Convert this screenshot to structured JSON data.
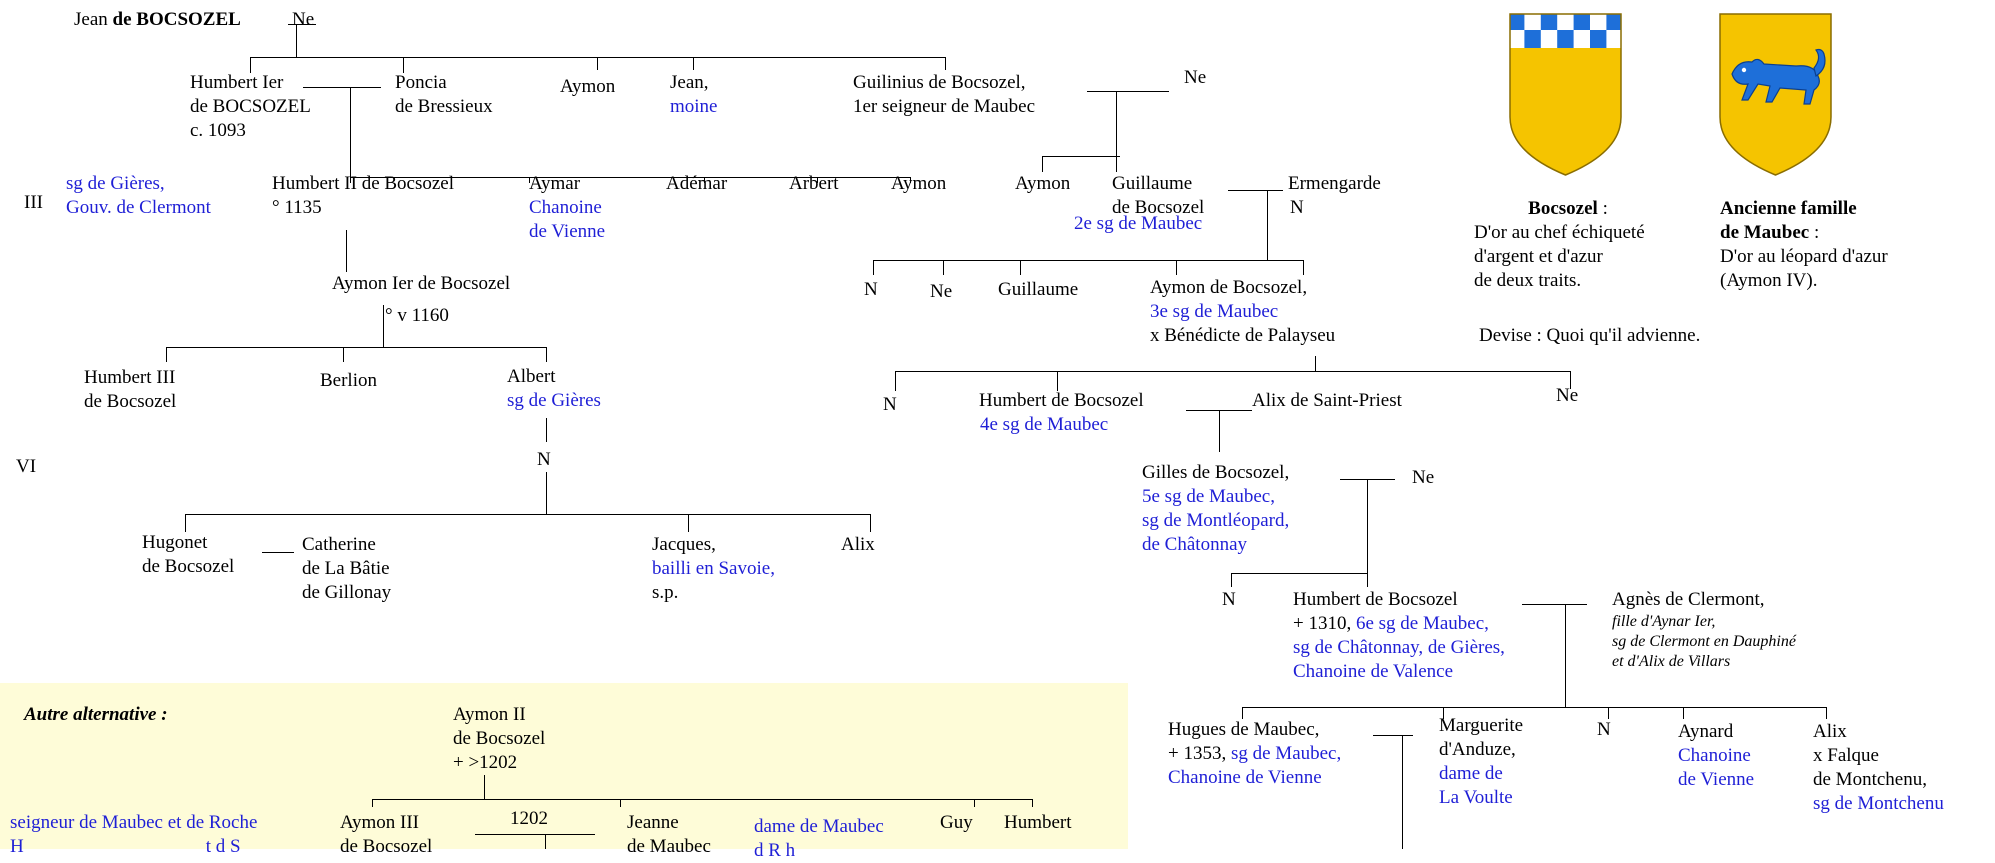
{
  "colors": {
    "blue_text": "#1f1fd6",
    "alt_background": "#fefcd8",
    "gold": "#f5c400",
    "azure": "#1e6fd9"
  },
  "gen": {
    "III": "III",
    "VI": "VI"
  },
  "jean": {
    "first": "Jean",
    "last": "de BOCSOZEL",
    "spouse": "Ne"
  },
  "g2": {
    "humbert1": [
      "Humbert Ier",
      "de BOCSOZEL",
      "c. 1093"
    ],
    "poncia": [
      "Poncia",
      "de Bressieux"
    ],
    "aymon": "Aymon",
    "jean_moine": [
      "Jean,",
      "moine"
    ],
    "guilinius": [
      "Guilinius de Bocsozel,",
      "1er seigneur de Maubec"
    ],
    "guilinius_spouse": "Ne"
  },
  "g3": {
    "gieres_note": [
      "sg de Gières,",
      "Gouv. de Clermont"
    ],
    "humbert2": [
      "Humbert II de Bocsozel",
      "° 1135"
    ],
    "aymar": [
      "Aymar",
      "Chanoine",
      "de Vienne"
    ],
    "ademar": "Adémar",
    "arbert": "Arbert",
    "aymon": "Aymon",
    "aymon_b": "Aymon",
    "guillaume": [
      "Guillaume",
      "de Bocsozel",
      "2e sg de Maubec"
    ],
    "ermengarde": [
      "Ermengarde",
      "N"
    ]
  },
  "g4": {
    "aymon1": [
      "Aymon Ier de Bocsozel",
      "° v 1160"
    ],
    "n": "N",
    "ne": "Ne",
    "guillaume": "Guillaume",
    "aymon_bocsozel": [
      "Aymon de Bocsozel,",
      "3e sg de Maubec",
      "x Bénédicte de Palayseu"
    ]
  },
  "g5": {
    "humbert3": [
      "Humbert III",
      "de Bocsozel"
    ],
    "berlion": "Berlion",
    "albert": [
      "Albert",
      "sg de Gières"
    ],
    "n": "N",
    "humbert_b": [
      "Humbert de Bocsozel",
      "4e sg de Maubec"
    ],
    "alix_sp": "Alix de Saint-Priest",
    "ne": "Ne"
  },
  "g6": {
    "n": "N",
    "gilles": [
      "Gilles de Bocsozel,",
      "5e sg de Maubec,",
      "sg de Montléopard,",
      "de Châtonnay"
    ],
    "gilles_spouse": "Ne"
  },
  "g7": {
    "hugonet": [
      "Hugonet",
      "de Bocsozel"
    ],
    "catherine": [
      "Catherine",
      "de La Bâtie",
      "de Gillonay"
    ],
    "jacques": [
      "Jacques,",
      "bailli en Savoie,",
      "s.p."
    ],
    "alix": "Alix",
    "n": "N",
    "humbert_1310": [
      "Humbert de Bocsozel",
      "+ 1310,",
      "6e sg de Maubec,",
      "sg de Châtonnay, de Gières,",
      "Chanoine de Valence"
    ],
    "agnes": [
      "Agnès de Clermont,",
      "fille d'Aynar Ier,",
      "sg de Clermont en Dauphiné",
      "et d'Alix de Villars"
    ]
  },
  "g8": {
    "hugues": [
      "Hugues de Maubec,",
      "+ 1353,",
      "sg de Maubec,",
      "Chanoine de Vienne"
    ],
    "marguerite": [
      "Marguerite",
      "d'Anduze,",
      "dame de",
      "La Voulte"
    ],
    "n": "N",
    "aynard": [
      "Aynard",
      "Chanoine",
      "de Vienne"
    ],
    "alix": [
      "Alix",
      "x Falque",
      "de Montchenu,",
      "sg de Montchenu"
    ]
  },
  "alt": {
    "title": "Autre alternative :",
    "aymon2": [
      "Aymon II",
      "de Bocsozel",
      "+ >1202"
    ],
    "left_note": [
      "seigneur de Maubec et de Roche",
      "H"
    ],
    "left_note_tail": "t d S",
    "aymon3": [
      "Aymon III",
      "de Bocsozel"
    ],
    "year": "1202",
    "jeanne": [
      "Jeanne",
      "de Maubec"
    ],
    "dame": [
      "dame de Maubec",
      "d R h"
    ],
    "guy": "Guy",
    "humbert": "Humbert"
  },
  "arms": {
    "bocsozel_name": "Bocsozel",
    "bocsozel_sep": " :",
    "bocsozel_blazon": [
      "D'or au chef échiqueté",
      "d'argent et d'azur",
      "de deux traits."
    ],
    "maubec_name": [
      "Ancienne famille",
      "de Maubec"
    ],
    "maubec_sep": " :",
    "maubec_blazon": [
      "D'or au léopard d'azur",
      "(Aymon IV)."
    ],
    "devise": "Devise : Quoi qu'il advienne."
  }
}
